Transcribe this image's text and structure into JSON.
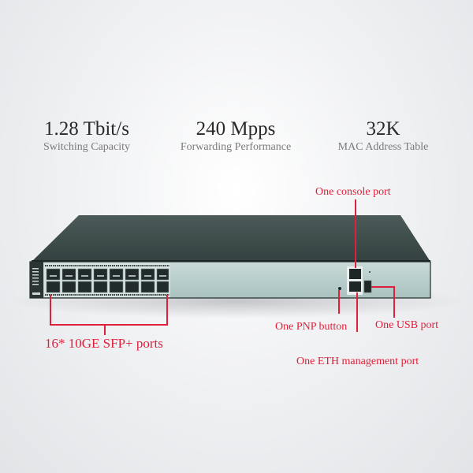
{
  "stats": [
    {
      "value": "1.28 Tbit/s",
      "label": "Switching Capacity"
    },
    {
      "value": "240 Mpps",
      "label": "Forwarding Performance"
    },
    {
      "value": "32K",
      "label": "MAC Address Table"
    }
  ],
  "annotations": {
    "console": "One console port",
    "pnp": "One PNP button",
    "usb": "One USB port",
    "eth": "One ETH management port",
    "sfp": "16* 10GE SFP+ ports"
  },
  "colors": {
    "accent_red": "#e0203a",
    "chassis_top": "#3f4d4b",
    "front_panel": "#b9cfcd"
  }
}
